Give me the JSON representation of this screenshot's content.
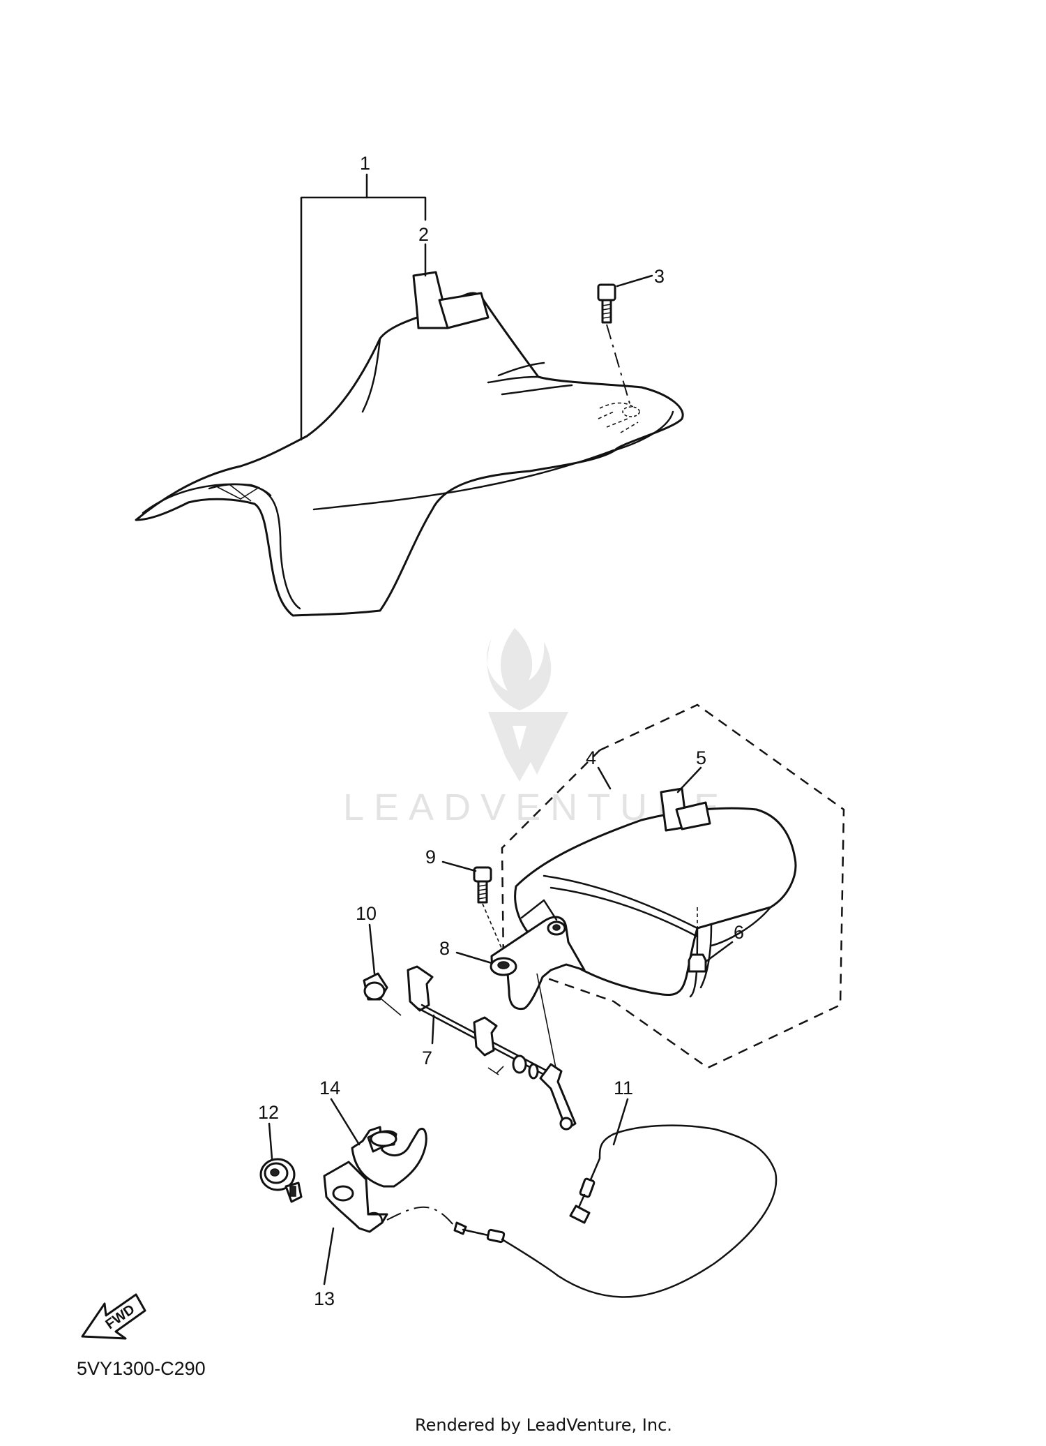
{
  "callouts": [
    {
      "id": "1",
      "label": "1"
    },
    {
      "id": "2",
      "label": "2"
    },
    {
      "id": "3",
      "label": "3"
    },
    {
      "id": "4",
      "label": "4"
    },
    {
      "id": "5",
      "label": "5"
    },
    {
      "id": "6",
      "label": "6"
    },
    {
      "id": "7",
      "label": "7"
    },
    {
      "id": "8",
      "label": "8"
    },
    {
      "id": "9",
      "label": "9"
    },
    {
      "id": "10",
      "label": "10"
    },
    {
      "id": "11",
      "label": "11"
    },
    {
      "id": "12",
      "label": "12"
    },
    {
      "id": "13",
      "label": "13"
    },
    {
      "id": "14",
      "label": "14"
    }
  ],
  "diagram_code": "5VY1300-C290",
  "fwd_label": "FWD",
  "watermark": "LEADVENTURE",
  "footer": "Rendered by LeadVenture, Inc.",
  "colors": {
    "line": "#111111",
    "watermark": "#e3e3e3",
    "background": "#ffffff"
  }
}
